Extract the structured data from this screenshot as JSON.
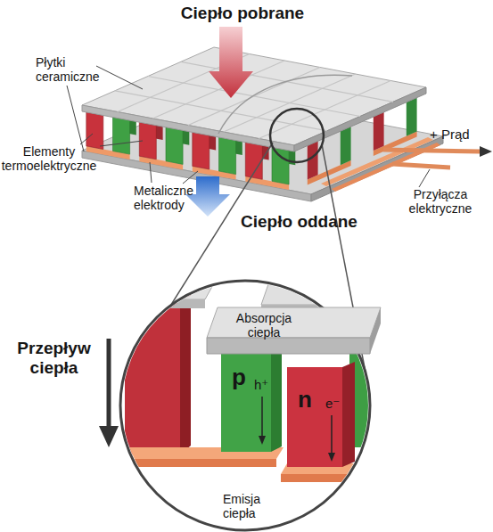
{
  "diagram": {
    "nodes": [
      {
        "text": [
          "Absorpcja ciepła"
        ]
      },
      {
        "text": [
          "p",
          "h⁺"
        ]
      },
      {
        "text": [
          "n",
          "e⁻"
        ]
      }
    ],
    "labels": [
      "Ciepło pobrane",
      "Płytki ceramiczne",
      "Elementy termoelektryczne",
      "Metaliczne elektrody",
      "+ Prąd",
      "Przyłącza elektryczne",
      "Ciepło oddane",
      "Przepływ ciepła",
      "Emisja ciepła"
    ]
  }
}
